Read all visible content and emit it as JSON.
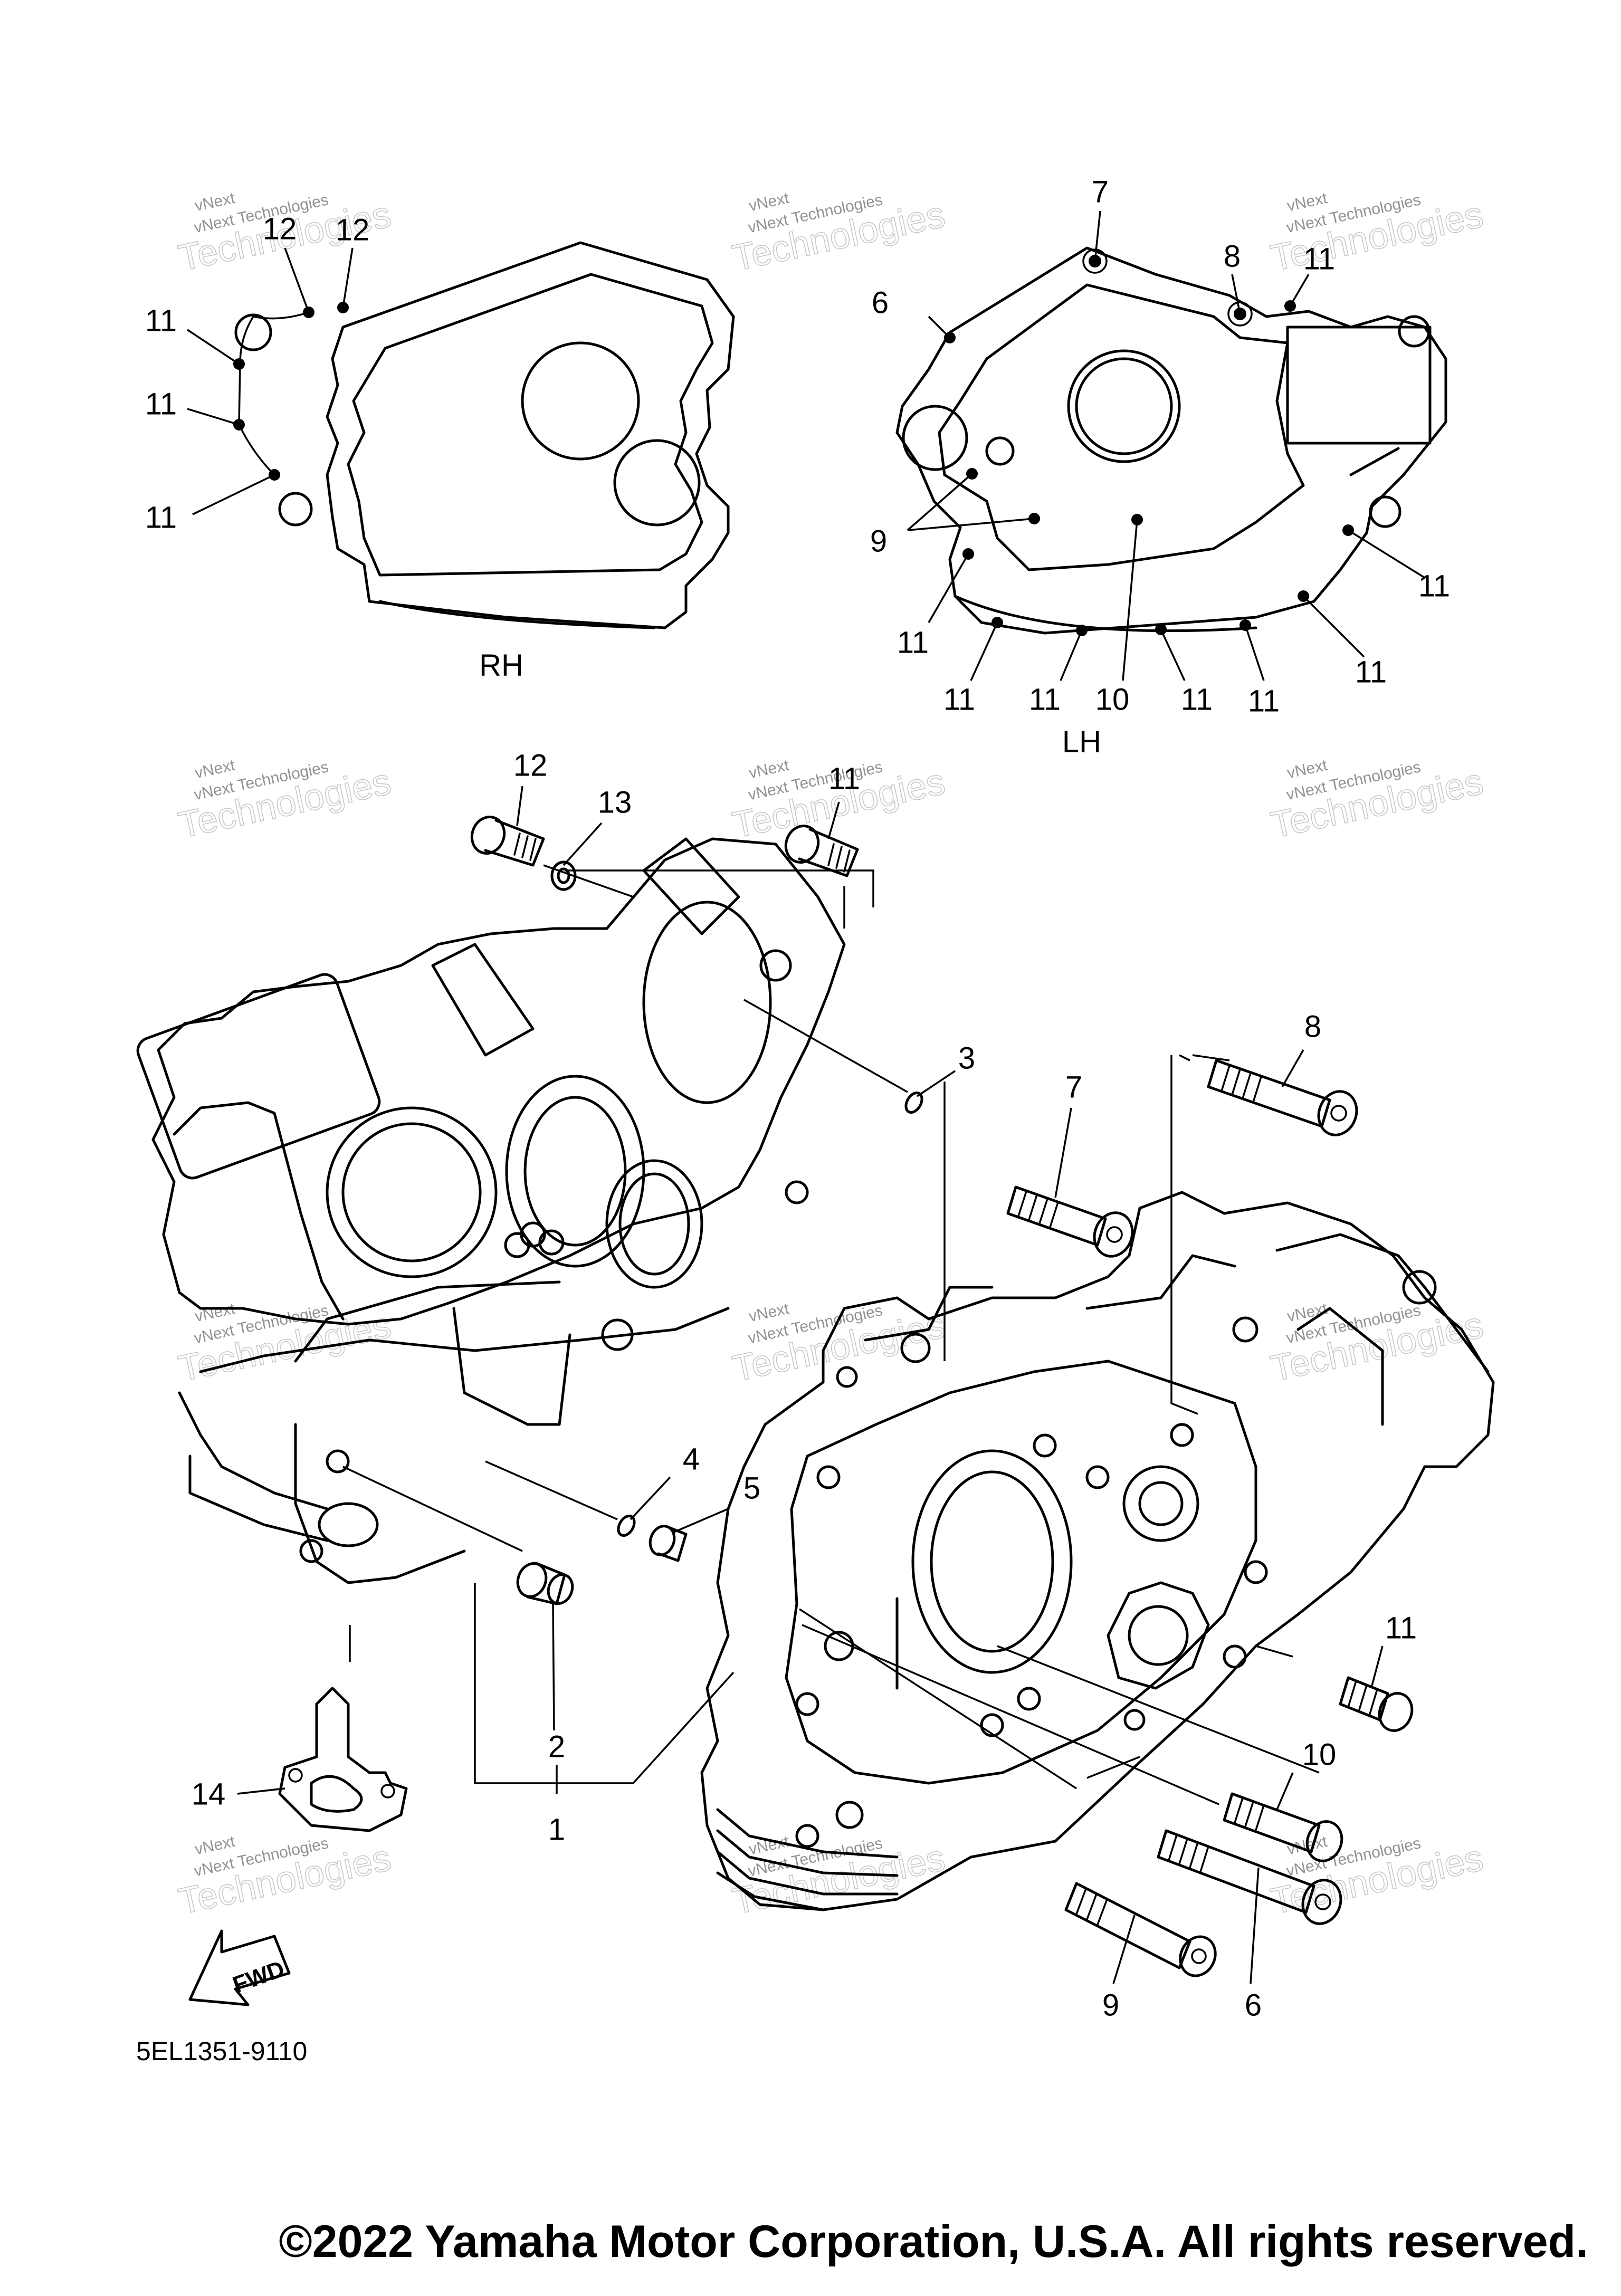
{
  "diagram": {
    "code": "5EL1351-9110",
    "copyright": "©2022 Yamaha Motor Corporation, U.S.A. All rights reserved.",
    "fwd": "FWD",
    "views": {
      "rh": "RH",
      "lh": "LH"
    },
    "watermark": {
      "brand": "vNext",
      "text": "vNext Technologies",
      "outline": "Technologies"
    },
    "callouts": {
      "rh_12a": "12",
      "rh_12b": "12",
      "rh_11a": "11",
      "rh_11b": "11",
      "rh_11c": "11",
      "lh_7": "7",
      "lh_6": "6",
      "lh_8": "8",
      "lh_11a": "11",
      "lh_9": "9",
      "lh_11b": "11",
      "lh_11c": "11",
      "lh_11d": "11",
      "lh_11e": "11",
      "lh_10": "10",
      "lh_11f": "11",
      "lh_11g": "11",
      "lh_11h": "11",
      "m_12": "12",
      "m_13": "13",
      "m_11a": "11",
      "m_3": "3",
      "m_8": "8",
      "m_7": "7",
      "m_4": "4",
      "m_5": "5",
      "m_2": "2",
      "m_1": "1",
      "m_14": "14",
      "m_11b": "11",
      "m_10": "10",
      "m_9": "9",
      "m_6": "6"
    }
  }
}
